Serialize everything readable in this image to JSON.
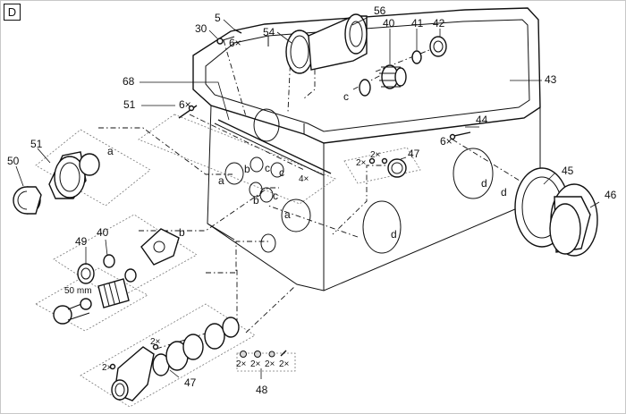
{
  "panel": {
    "badge": "D"
  },
  "labels": {
    "p5": "5",
    "p30": "30",
    "p6x_top": "6×",
    "p54": "54",
    "p56": "56",
    "p40_top": "40",
    "p41": "41",
    "p42": "42",
    "p43": "43",
    "p68": "68",
    "p51_top": "51",
    "p6x_51": "6×",
    "p44": "44",
    "p6x_44": "6×",
    "p47_right": "47",
    "p2x_47a": "2×",
    "p2x_47b": "2×",
    "p4x": "4×",
    "p45": "45",
    "p46": "46",
    "p50": "50",
    "p51_left": "51",
    "p40_mid": "40",
    "p49": "49",
    "p50mm": "50 mm",
    "p47_bottom": "47",
    "p2x_47c": "2×",
    "p2x_47d": "2×",
    "p48": "48",
    "p48_q1": "2×",
    "p48_q2": "2×",
    "p48_q3": "2×",
    "p48_q4": "2×",
    "c_top": "c",
    "a_left": "a",
    "b_left": "b",
    "a_box": "a",
    "b_box1": "b",
    "c_box1": "c",
    "c_box2": "c",
    "b_box2": "b",
    "c_box3": "c",
    "a_box2": "a",
    "d_right1": "d",
    "d_right2": "d",
    "d_left45": "d"
  }
}
